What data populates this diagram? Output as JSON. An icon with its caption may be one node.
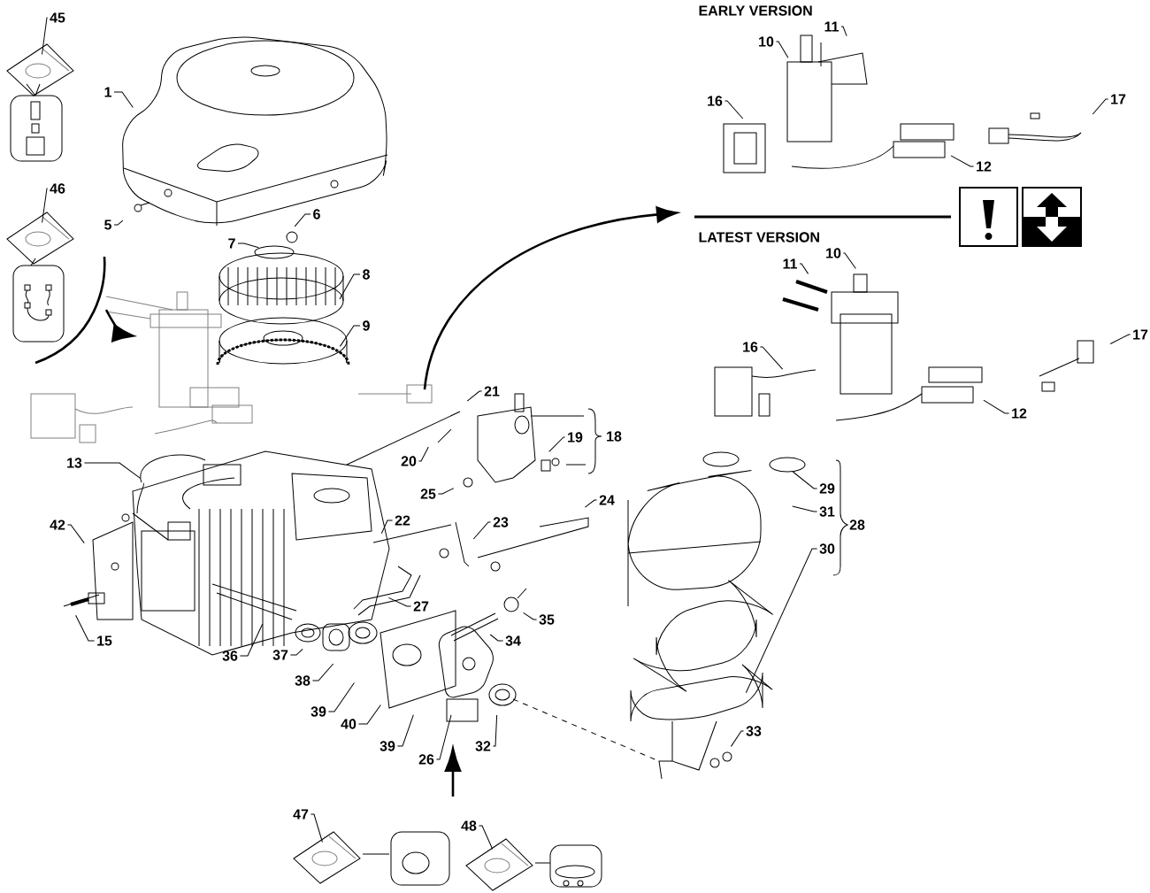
{
  "diagram": {
    "nodes": [
      {
        "text": [
          "45"
        ]
      },
      {
        "text": [
          "1"
        ]
      },
      {
        "text": [
          "46"
        ]
      },
      {
        "text": [
          "5"
        ]
      },
      {
        "text": [
          "6"
        ]
      },
      {
        "text": [
          "7"
        ]
      },
      {
        "text": [
          "8"
        ]
      },
      {
        "text": [
          "9"
        ]
      },
      {
        "text": [
          "10"
        ]
      },
      {
        "text": [
          "11"
        ]
      },
      {
        "text": [
          "16"
        ]
      },
      {
        "text": [
          "17"
        ]
      },
      {
        "text": [
          "12"
        ]
      },
      {
        "text": [
          "11"
        ]
      },
      {
        "text": [
          "10"
        ]
      },
      {
        "text": [
          "16"
        ]
      },
      {
        "text": [
          "17"
        ]
      },
      {
        "text": [
          "12"
        ]
      },
      {
        "text": [
          "21"
        ]
      },
      {
        "text": [
          "20"
        ]
      },
      {
        "text": [
          "19"
        ]
      },
      {
        "text": [
          "13"
        ]
      },
      {
        "text": [
          "25"
        ]
      },
      {
        "text": [
          "42"
        ]
      },
      {
        "text": [
          "22"
        ]
      },
      {
        "text": [
          "23"
        ]
      },
      {
        "text": [
          "24"
        ]
      },
      {
        "text": [
          "29"
        ]
      },
      {
        "text": [
          "31"
        ]
      },
      {
        "text": [
          "30"
        ]
      },
      {
        "text": [
          "27"
        ]
      },
      {
        "text": [
          "35"
        ]
      },
      {
        "text": [
          "34"
        ]
      },
      {
        "text": [
          "15"
        ]
      },
      {
        "text": [
          "36"
        ]
      },
      {
        "text": [
          "37"
        ]
      },
      {
        "text": [
          "38"
        ]
      },
      {
        "text": [
          "39"
        ]
      },
      {
        "text": [
          "40"
        ]
      },
      {
        "text": [
          "39"
        ]
      },
      {
        "text": [
          "26"
        ]
      },
      {
        "text": [
          "32"
        ]
      },
      {
        "text": [
          "33"
        ]
      },
      {
        "text": [
          "47"
        ]
      },
      {
        "text": [
          "48"
        ]
      },
      {
        "text": [],
        "shape": "picture"
      },
      {
        "text": [],
        "shape": "picture"
      },
      {
        "text": [],
        "shape": "picture"
      },
      {
        "text": [],
        "shape": "picture"
      }
    ],
    "edges": [
      {
        "from": 0,
        "to": 45,
        "arrow": "none"
      },
      {
        "from": 1,
        "to": null,
        "arrow": "none"
      },
      {
        "from": 2,
        "to": 46,
        "arrow": "none"
      },
      {
        "from": 3,
        "to": null,
        "arrow": "none"
      },
      {
        "from": 4,
        "to": null,
        "arrow": "none"
      },
      {
        "from": 5,
        "to": null,
        "arrow": "none"
      },
      {
        "from": 6,
        "to": null,
        "arrow": "none"
      },
      {
        "from": 7,
        "to": null,
        "arrow": "none"
      },
      {
        "from": 8,
        "to": null,
        "arrow": "none"
      },
      {
        "from": 9,
        "to": null,
        "arrow": "none"
      },
      {
        "from": 10,
        "to": null,
        "arrow": "none"
      },
      {
        "from": 11,
        "to": null,
        "arrow": "none"
      },
      {
        "from": 12,
        "to": null,
        "arrow": "none"
      },
      {
        "from": 13,
        "to": null,
        "arrow": "none"
      },
      {
        "from": 14,
        "to": null,
        "arrow": "none"
      },
      {
        "from": 15,
        "to": null,
        "arrow": "none"
      },
      {
        "from": 16,
        "to": null,
        "arrow": "none"
      },
      {
        "from": 17,
        "to": null,
        "arrow": "none"
      },
      {
        "from": 18,
        "to": null,
        "arrow": "none"
      },
      {
        "from": 19,
        "to": null,
        "arrow": "none"
      },
      {
        "from": 20,
        "to": null,
        "arrow": "none"
      },
      {
        "from": 21,
        "to": null,
        "arrow": "none"
      },
      {
        "from": 22,
        "to": null,
        "arrow": "none"
      },
      {
        "from": 23,
        "to": null,
        "arrow": "none"
      },
      {
        "from": 24,
        "to": null,
        "arrow": "none"
      },
      {
        "from": 25,
        "to": null,
        "arrow": "none"
      },
      {
        "from": 26,
        "to": null,
        "arrow": "none"
      },
      {
        "from": 27,
        "to": null,
        "arrow": "none"
      },
      {
        "from": 28,
        "to": null,
        "arrow": "none"
      },
      {
        "from": 29,
        "to": null,
        "arrow": "none"
      },
      {
        "from": 30,
        "to": null,
        "arrow": "none"
      },
      {
        "from": 31,
        "to": null,
        "arrow": "none"
      },
      {
        "from": 32,
        "to": null,
        "arrow": "none"
      },
      {
        "from": 33,
        "to": null,
        "arrow": "none"
      },
      {
        "from": 34,
        "to": null,
        "arrow": "none"
      },
      {
        "from": 35,
        "to": null,
        "arrow": "none"
      },
      {
        "from": 36,
        "to": null,
        "arrow": "none"
      },
      {
        "from": 37,
        "to": null,
        "arrow": "none"
      },
      {
        "from": 38,
        "to": null,
        "arrow": "none"
      },
      {
        "from": 39,
        "to": null,
        "arrow": "none"
      },
      {
        "from": 40,
        "to": null,
        "arrow": "none"
      },
      {
        "from": 41,
        "to": null,
        "arrow": "none"
      },
      {
        "from": 42,
        "to": null,
        "arrow": "none"
      },
      {
        "from": 43,
        "to": 47,
        "arrow": "none"
      },
      {
        "from": 44,
        "to": 48,
        "arrow": "none"
      }
    ],
    "labels": [
      "EARLY VERSION",
      "LATEST VERSION",
      "18",
      "28"
    ]
  }
}
